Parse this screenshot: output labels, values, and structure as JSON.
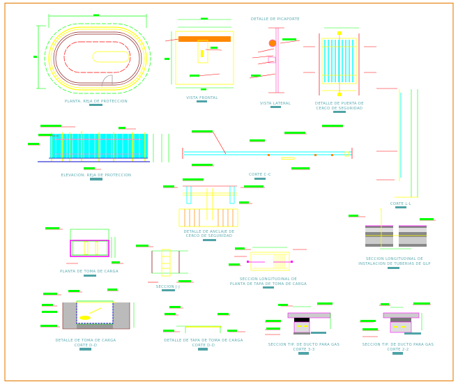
{
  "document": {
    "type": "CAD drawing sheet",
    "border_color": "#e8891c",
    "colors": {
      "dimension": "#00ff00",
      "leader": "#ff0000",
      "title_text": "#5aa9b0",
      "title_bar": "#4fa3a6",
      "rail": "#ffff00",
      "bar": "#00ffff",
      "ground": "#0000cc",
      "brick": "#8b1a1a",
      "orange": "#ff8800",
      "magenta": "#ff00ff",
      "pink": "#ff66cc"
    }
  },
  "views": [
    {
      "id": "planta-reja",
      "title": "PLANTA: REJA DE PROTECCION",
      "subtitle": ""
    },
    {
      "id": "vista-frontal",
      "title": "VISTA FRONTAL",
      "subtitle": ""
    },
    {
      "id": "detalle-picaporte",
      "title": "DETALLE DE PICAPORTE",
      "subtitle": ""
    },
    {
      "id": "vista-lateral",
      "title": "VISTA LATERAL",
      "subtitle": ""
    },
    {
      "id": "puerta-cerco",
      "title": "DETALLE DE PUERTA DE",
      "subtitle": "CERCO DE SEGURIDAD"
    },
    {
      "id": "elevacion-reja",
      "title": "ELEVACION: REJA DE PROTECCION",
      "subtitle": ""
    },
    {
      "id": "corte-c",
      "title": "CORTE C-C",
      "subtitle": ""
    },
    {
      "id": "corte-l",
      "title": "CORTE L-L",
      "subtitle": ""
    },
    {
      "id": "anclaje-cerco",
      "title": "DETALLE DE ANCLAJE DE",
      "subtitle": "CERCO DE SEGURIDAD"
    },
    {
      "id": "seccion-tuberias",
      "title": "SECCION LONGITUDINAL DE",
      "subtitle": "INSTALACION DE TUBERIAS DE GLP"
    },
    {
      "id": "planta-toma",
      "title": "PLANTA DE TOMA DE CARGA",
      "subtitle": ""
    },
    {
      "id": "seccion-jj",
      "title": "SECCION J-J",
      "subtitle": ""
    },
    {
      "id": "seccion-tapa",
      "title": "SECCION LONGITUDINAL DE",
      "subtitle": "PLANTA DE TAPA DE TOMA DE CARGA"
    },
    {
      "id": "toma-corte-dd",
      "title": "DETALLE DE TOMA DE CARGA",
      "subtitle": "CORTE D-D"
    },
    {
      "id": "tapa-corte-dd",
      "title": "DETALLE DE TAPA DE TOMA DE CARGA",
      "subtitle": "CORTE D-D"
    },
    {
      "id": "ducto-33",
      "title": "SECCION TIP. DE DUCTO PARA GAS",
      "subtitle": "CORTE 3-3"
    },
    {
      "id": "ducto-22",
      "title": "SECCION TIP. DE DUCTO PARA GAS",
      "subtitle": "CORTE 2-2"
    }
  ]
}
